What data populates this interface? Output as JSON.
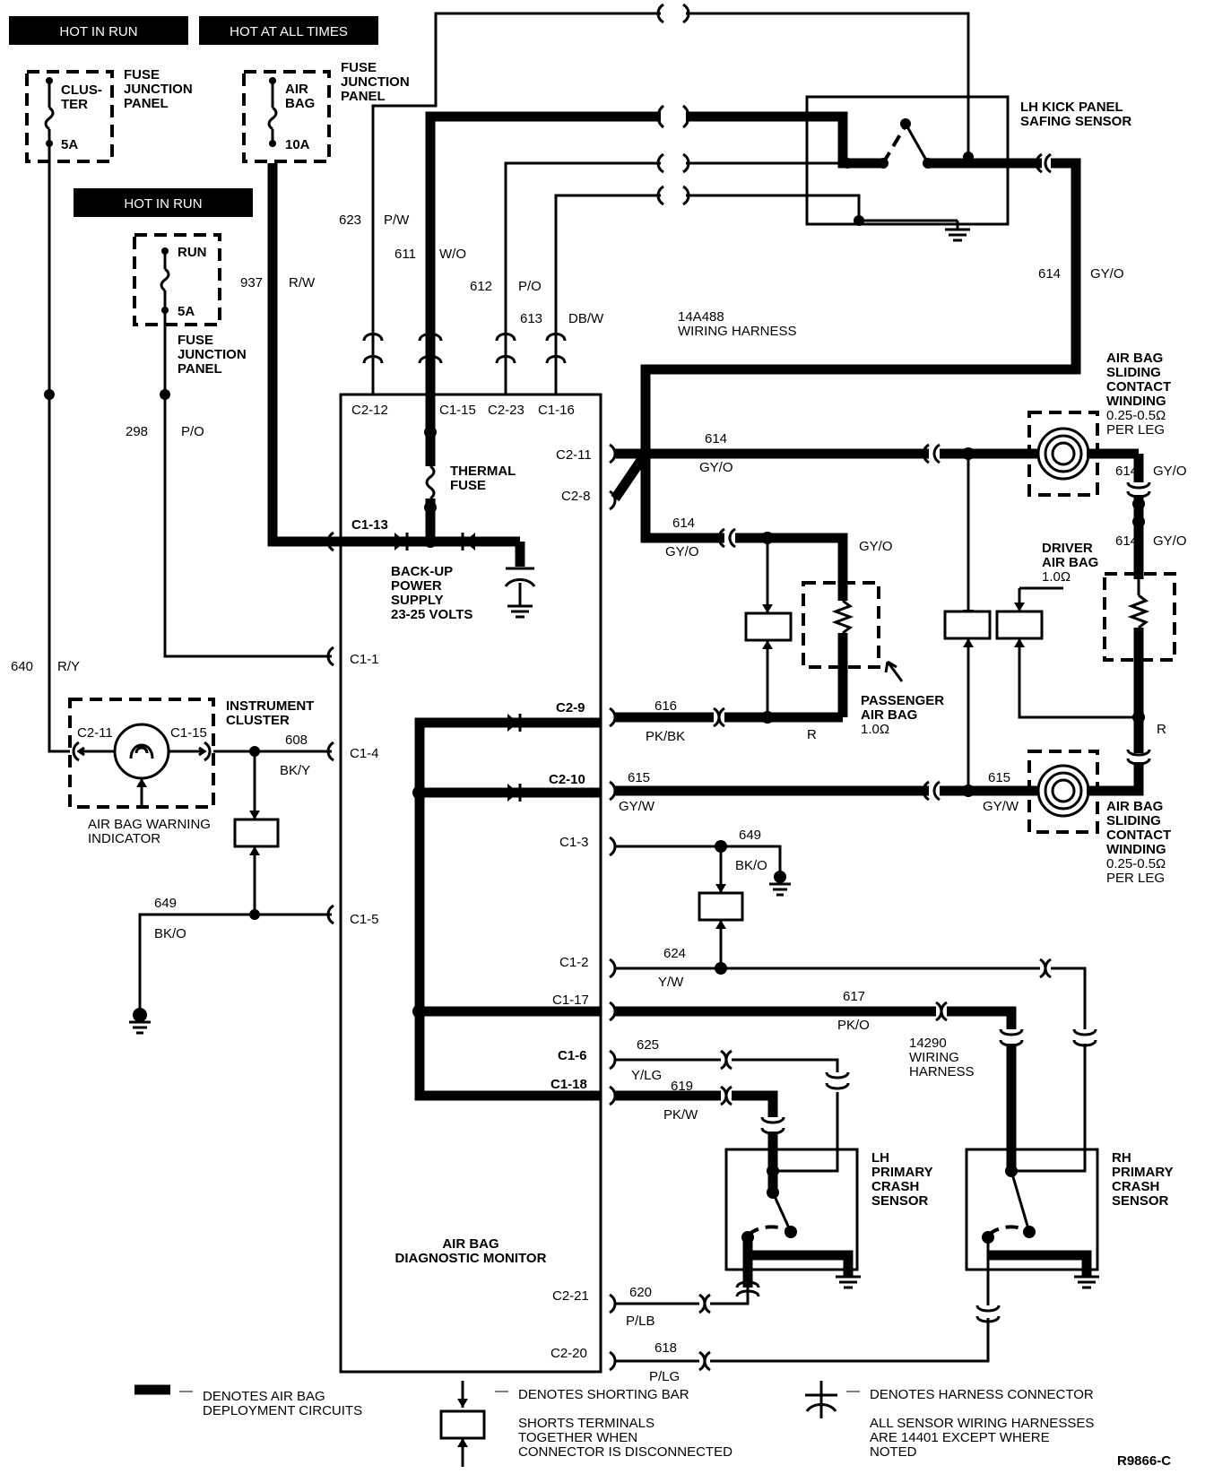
{
  "headers": {
    "hot_in_run_1": "HOT IN RUN",
    "hot_at_all_times": "HOT AT ALL TIMES",
    "hot_in_run_2": "HOT IN RUN"
  },
  "fuses": {
    "cluster": {
      "name_line1": "CLUS-",
      "name_line2": "TER",
      "rating": "5A"
    },
    "airbag": {
      "name_line1": "AIR",
      "name_line2": "BAG",
      "rating": "10A"
    },
    "run": {
      "name": "RUN",
      "rating": "5A"
    },
    "fjp_line1": "FUSE",
    "fjp_line2": "JUNCTION",
    "fjp_line3": "PANEL"
  },
  "components": {
    "kick_sensor_line1": "LH KICK PANEL",
    "kick_sensor_line2": "SAFING SENSOR",
    "harness_14a488_line1": "14A488",
    "harness_14a488_line2": "WIRING HARNESS",
    "thermal_fuse_line1": "THERMAL",
    "thermal_fuse_line2": "FUSE",
    "backup_line1": "BACK-UP",
    "backup_line2": "POWER",
    "backup_line3": "SUPPLY",
    "backup_line4": "23-25 VOLTS",
    "instrument_cluster_line1": "INSTRUMENT",
    "instrument_cluster_line2": "CLUSTER",
    "warning_indicator_line1": "AIR BAG WARNING",
    "warning_indicator_line2": "INDICATOR",
    "monitor_line1": "AIR BAG",
    "monitor_line2": "DIAGNOSTIC MONITOR",
    "passenger_bag_line1": "PASSENGER",
    "passenger_bag_line2": "AIR BAG",
    "passenger_bag_line3": "1.0Ω",
    "driver_bag_line1": "DRIVER",
    "driver_bag_line2": "AIR BAG",
    "driver_bag_line3": "1.0Ω",
    "winding_top_line1": "AIR BAG",
    "winding_top_line2": "SLIDING",
    "winding_top_line3": "CONTACT",
    "winding_top_line4": "WINDING",
    "winding_top_line5": "0.25-0.5Ω",
    "winding_top_line6": "PER LEG",
    "winding_bot_line1": "AIR BAG",
    "winding_bot_line2": "SLIDING",
    "winding_bot_line3": "CONTACT",
    "winding_bot_line4": "WINDING",
    "winding_bot_line5": "0.25-0.5Ω",
    "winding_bot_line6": "PER LEG",
    "harness_14290_line1": "14290",
    "harness_14290_line2": "WIRING",
    "harness_14290_line3": "HARNESS",
    "lh_sensor_line1": "LH",
    "lh_sensor_line2": "PRIMARY",
    "lh_sensor_line3": "CRASH",
    "lh_sensor_line4": "SENSOR",
    "rh_sensor_line1": "RH",
    "rh_sensor_line2": "PRIMARY",
    "rh_sensor_line3": "CRASH",
    "rh_sensor_line4": "SENSOR"
  },
  "pins": {
    "c2_12": "C2-12",
    "c1_15": "C1-15",
    "c2_23": "C2-23",
    "c1_16": "C1-16",
    "c2_11": "C2-11",
    "c2_8": "C2-8",
    "c1_13": "C1-13",
    "c1_1": "C1-1",
    "c2_9": "C2-9",
    "c1_4": "C1-4",
    "c2_10": "C2-10",
    "c1_3": "C1-3",
    "c1_5": "C1-5",
    "c1_2": "C1-2",
    "c1_17": "C1-17",
    "c1_6": "C1-6",
    "c1_18": "C1-18",
    "c2_21": "C2-21",
    "c2_20": "C2-20",
    "ic_c2_11": "C2-11",
    "ic_c1_15": "C1-15"
  },
  "wires": {
    "w623": {
      "num": "623",
      "color": "P/W"
    },
    "w611": {
      "num": "611",
      "color": "W/O"
    },
    "w612": {
      "num": "612",
      "color": "P/O"
    },
    "w613": {
      "num": "613",
      "color": "DB/W"
    },
    "w937": {
      "num": "937",
      "color": "R/W"
    },
    "w298": {
      "num": "298",
      "color": "P/O"
    },
    "w640": {
      "num": "640",
      "color": "R/Y"
    },
    "w614_kick": {
      "num": "614",
      "color": "GY/O"
    },
    "w614_mid": {
      "num": "614",
      "color": "GY/O"
    },
    "w614_low": {
      "num": "614",
      "color": "GY/O"
    },
    "w614_pass": "GY/O",
    "w614_w1": {
      "num": "614",
      "color": "GY/O"
    },
    "w614_w2": {
      "num": "614",
      "color": "GY/O"
    },
    "w616": {
      "num": "616",
      "color": "PK/BK"
    },
    "w_r_pass": "R",
    "w_r_driver": "R",
    "w608": {
      "num": "608",
      "color": "BK/Y"
    },
    "w615": {
      "num": "615",
      "color": "GY/W"
    },
    "w615_r": {
      "num": "615",
      "color": "GY/W"
    },
    "w649_r": {
      "num": "649",
      "color": "BK/O"
    },
    "w649_l": {
      "num": "649",
      "color": "BK/O"
    },
    "w624": {
      "num": "624",
      "color": "Y/W"
    },
    "w617": {
      "num": "617",
      "color": "PK/O"
    },
    "w625": {
      "num": "625",
      "color": "Y/LG"
    },
    "w619": {
      "num": "619",
      "color": "PK/W"
    },
    "w620": {
      "num": "620",
      "color": "P/LB"
    },
    "w618": {
      "num": "618",
      "color": "P/LG"
    }
  },
  "legend": {
    "deploy_line1": "DENOTES AIR BAG",
    "deploy_line2": "DEPLOYMENT CIRCUITS",
    "shorting_line1": "DENOTES SHORTING BAR",
    "shorting_line2": "SHORTS TERMINALS",
    "shorting_line3": "TOGETHER WHEN",
    "shorting_line4": "CONNECTOR IS DISCONNECTED",
    "connector_line1": "DENOTES HARNESS CONNECTOR",
    "harness_note_line1": "ALL SENSOR WIRING HARNESSES",
    "harness_note_line2": "ARE 14401 EXCEPT WHERE",
    "harness_note_line3": "NOTED",
    "dash": "—",
    "figure_id": "R9866-C"
  }
}
